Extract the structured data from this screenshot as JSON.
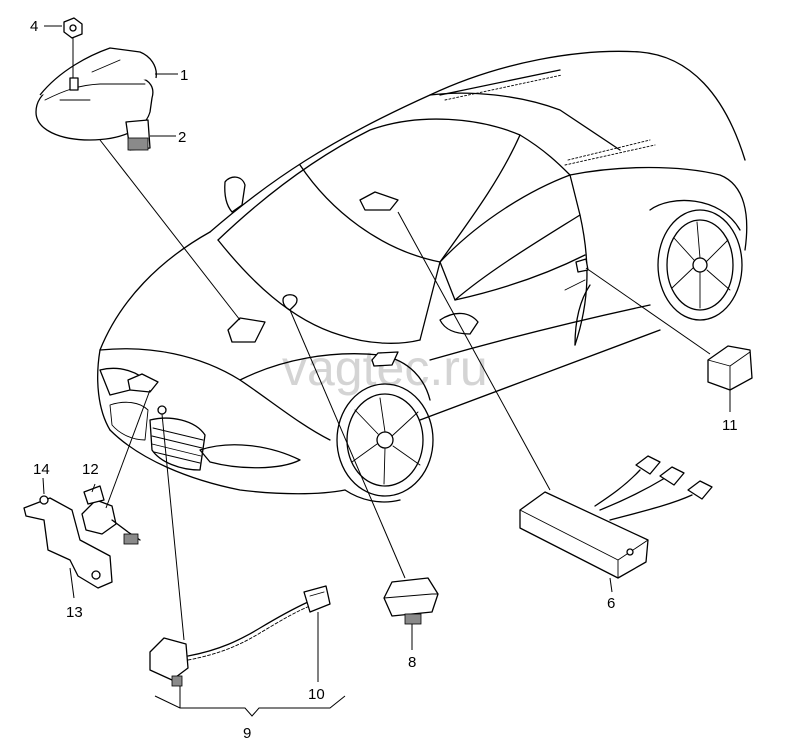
{
  "watermark": "vagtec.ru",
  "callouts": {
    "n1": "1",
    "n2": "2",
    "n4": "4",
    "n6": "6",
    "n8": "8",
    "n9": "9",
    "n10": "10",
    "n11": "11",
    "n12": "12",
    "n13": "13",
    "n14": "14"
  }
}
